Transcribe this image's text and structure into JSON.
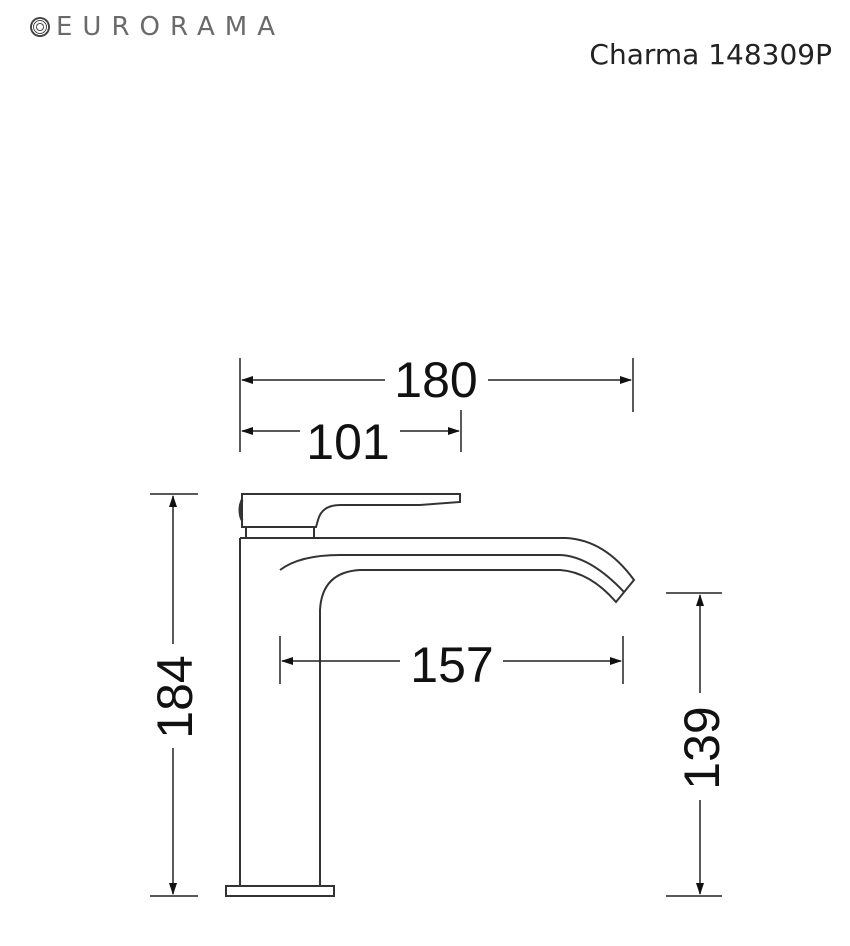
{
  "header": {
    "brand": "EURORAMA",
    "brand_icon": "eurorama-logo-icon",
    "model_title": "Charma 148309P"
  },
  "drawing": {
    "subject": "basin mixer tap side elevation",
    "units": "mm",
    "dimensions": {
      "overall_width": "180",
      "handle_reach": "101",
      "spout_reach": "157",
      "overall_height": "184",
      "spout_height": "139"
    }
  }
}
